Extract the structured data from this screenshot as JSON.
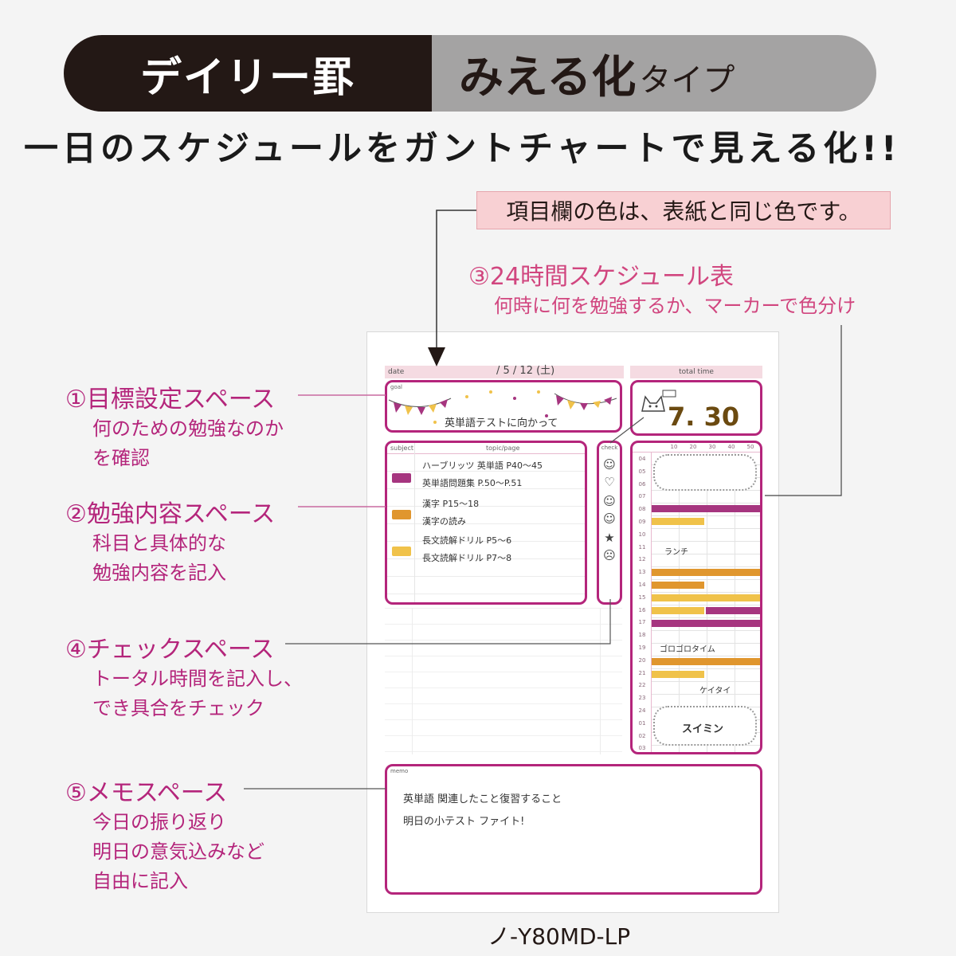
{
  "header": {
    "left_title": "デイリー罫",
    "right_title": "みえる化",
    "right_suffix": "タイプ"
  },
  "subtitle": "一日のスケジュールをガントチャートで見える化!!",
  "color_note": "項目欄の色は、表紙と同じ色です。",
  "callouts": {
    "schedule": {
      "title": "③24時間スケジュール表",
      "lines": [
        "何時に何を勉強するか、マーカーで色分け"
      ]
    },
    "goal": {
      "title": "①目標設定スペース",
      "lines": [
        "何のための勉強なのか",
        "を確認"
      ]
    },
    "content": {
      "title": "②勉強内容スペース",
      "lines": [
        "科目と具体的な",
        "勉強内容を記入"
      ]
    },
    "check": {
      "title": "④チェックスペース",
      "lines": [
        "トータル時間を記入し、",
        "でき具合をチェック"
      ]
    },
    "memo": {
      "title": "⑤メモスペース",
      "lines": [
        "今日の振り返り",
        "明日の意気込みなど",
        "自由に記入"
      ]
    }
  },
  "notebook": {
    "date_label": "date",
    "date_value": "/ 5 / 12 (土)",
    "total_label": "total time",
    "goal_label": "goal",
    "goal_text": "英単語テストに向かって",
    "total_value": "7. 30",
    "subject_header": "subject",
    "topic_header": "topic/page",
    "entries": [
      "ハーブリッツ 英単語 P40〜45",
      "英単語問題集 P.50〜P.51",
      "漢字 P15〜18",
      "漢字の読み",
      "長文読解ドリル P5〜6",
      "長文読解ドリル P7〜8"
    ],
    "check_label": "check",
    "checks": [
      "☺",
      "♡",
      "☺",
      "☺",
      "★",
      "☹"
    ],
    "schedule_hours": [
      "04",
      "05",
      "06",
      "07",
      "08",
      "09",
      "10",
      "11",
      "12",
      "13",
      "14",
      "15",
      "16",
      "17",
      "18",
      "19",
      "20",
      "21",
      "22",
      "23",
      "24",
      "01",
      "02",
      "03"
    ],
    "schedule_head": [
      "10",
      "20",
      "30",
      "40",
      "50"
    ],
    "schedule_notes": [
      "ランチ",
      "ゴロゴロタイム",
      "ケイタイ",
      "スイミン"
    ],
    "memo_label": "memo",
    "memo_lines": [
      "英単語 関連したこと復習すること",
      "明日の小テスト ファイト!"
    ]
  },
  "model_code": "ノ-Y80MD-LP",
  "colors": {
    "magenta": "#b4257b",
    "pink_note": "#f8d0d3",
    "dark": "#231815",
    "gray_pill": "#a4a3a3",
    "bar_purple": "#a6357f",
    "bar_yellow": "#f0c24a",
    "bar_orange": "#e0962e"
  }
}
